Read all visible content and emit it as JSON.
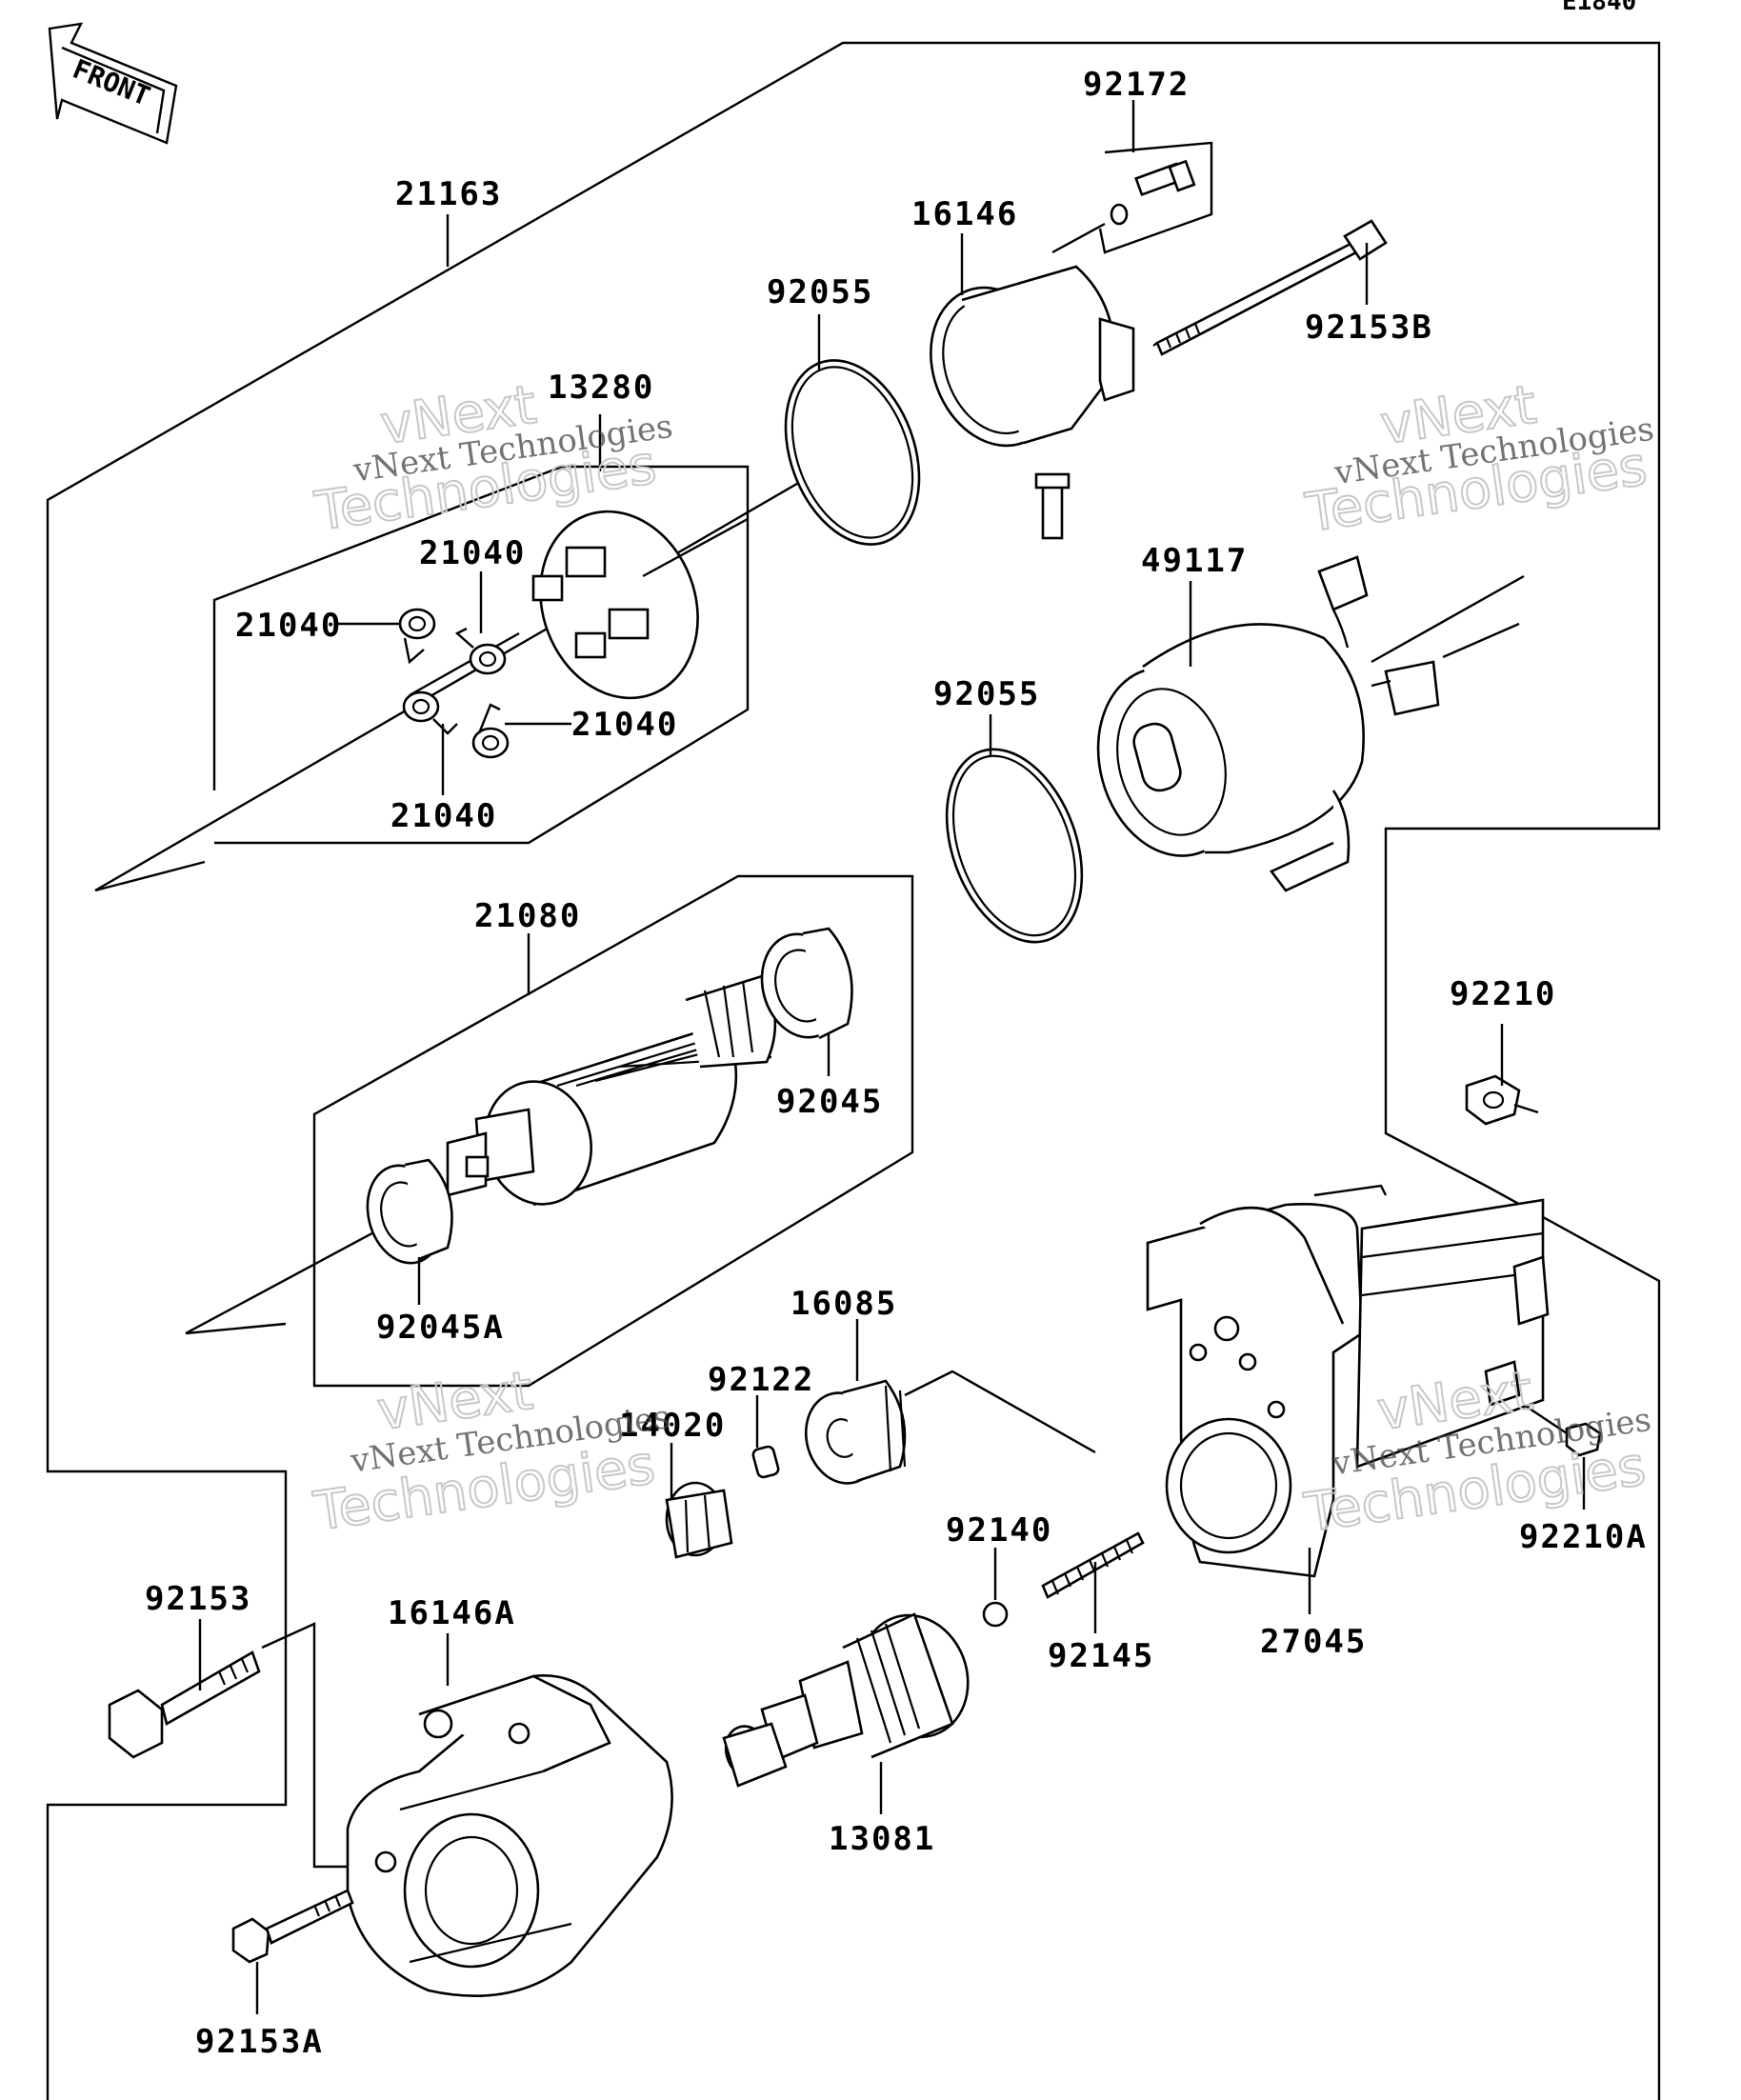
{
  "diagram": {
    "ref_code": "E1840",
    "direction_label": "FRONT",
    "watermark": {
      "line1": "vNext Technologies",
      "line2": "vNext",
      "line3": "Technologies"
    },
    "parts": {
      "p21163": "21163",
      "p92172": "92172",
      "p16146": "16146",
      "p92153B": "92153B",
      "p92055a": "92055",
      "p13280": "13280",
      "p21040a": "21040",
      "p21040b": "21040",
      "p21040c": "21040",
      "p21040d": "21040",
      "p49117": "49117",
      "p92055b": "92055",
      "p21080": "21080",
      "p92045": "92045",
      "p92045A": "92045A",
      "p92210": "92210",
      "p16085": "16085",
      "p92122": "92122",
      "p14020": "14020",
      "p92210A": "92210A",
      "p92140": "92140",
      "p92145": "92145",
      "p27045": "27045",
      "p92153": "92153",
      "p16146A": "16146A",
      "p13081": "13081",
      "p92153A": "92153A"
    }
  }
}
